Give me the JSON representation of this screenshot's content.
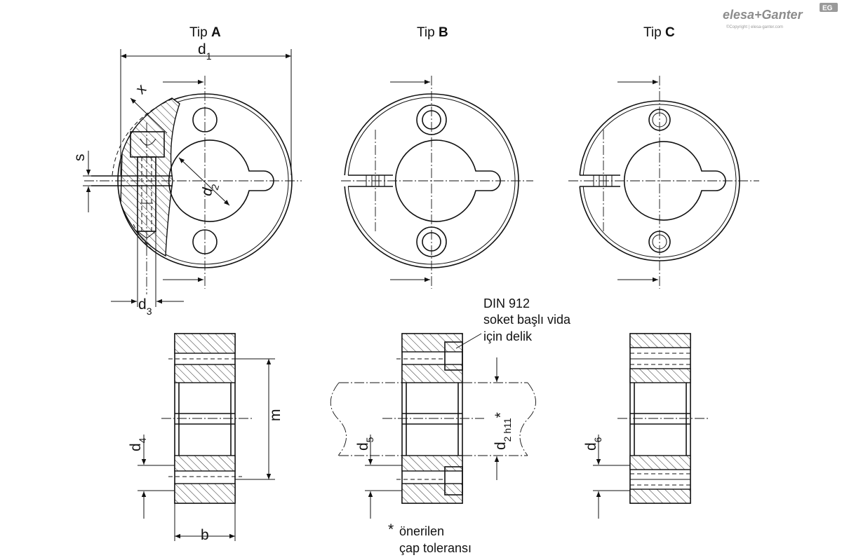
{
  "brand": {
    "logo": "elesa+Ganter",
    "badge": "EG",
    "copyright": "©Copyright | elesa-ganter.com"
  },
  "views": [
    {
      "prefix": "Tip ",
      "letter": "A"
    },
    {
      "prefix": "Tip ",
      "letter": "B"
    },
    {
      "prefix": "Tip ",
      "letter": "C"
    }
  ],
  "dimensions": {
    "d1": {
      "main": "d",
      "sub": "1"
    },
    "d2": {
      "main": "d",
      "sub": "2"
    },
    "d3": {
      "main": "d",
      "sub": "3"
    },
    "d4": {
      "main": "d",
      "sub": "4"
    },
    "d5": {
      "main": "d",
      "sub": "5"
    },
    "d6": {
      "main": "d",
      "sub": "6"
    },
    "d2h11": {
      "main": "d",
      "sub": "2 h11",
      "mark": "*"
    },
    "x": "x",
    "s": "s",
    "m": "m",
    "b": "b"
  },
  "notes": {
    "screw_lines": [
      "DIN 912",
      "soket başlı vida",
      "için delik"
    ],
    "tolerance_mark": "*",
    "tolerance_lines": [
      "önerilen",
      "çap toleransı"
    ]
  }
}
